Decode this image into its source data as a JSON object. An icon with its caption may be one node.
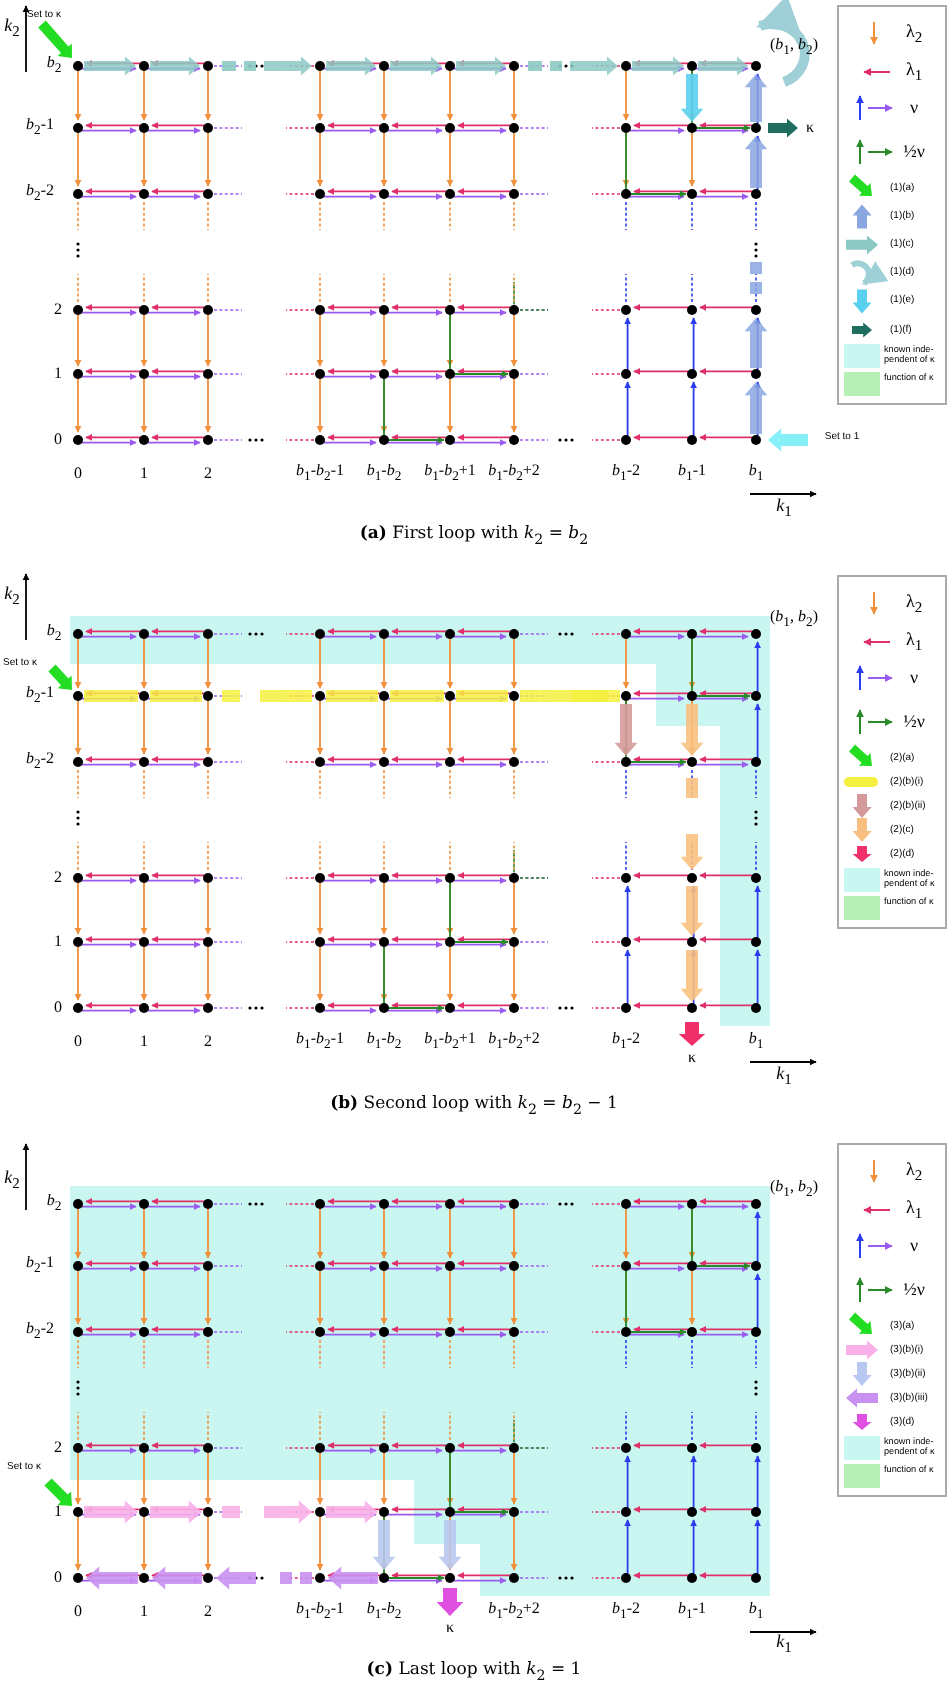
{
  "diagram": {
    "labels": [
      "Set to κ",
      "*k*$_{2}$",
      "(*b*$_{1}$, *b*$_{2}$)",
      "*b*$_{2}$",
      "*b*$_{2}$-1",
      "κ",
      "*b*$_{2}$-2",
      "2",
      "1",
      "0",
      "Set to 1",
      "0",
      "1",
      "2",
      "*b*$_{1}$-*b*$_{2}$-1",
      "*b*$_{1}$-*b*$_{2}$",
      "*b*$_{1}$-*b*$_{2}$+1",
      "*b*$_{1}$-*b*$_{2}$+2",
      "*b*$_{1}$-2",
      "*b*$_{1}$-1",
      "*b*$_{1}$",
      "*k*$_{1}$",
      "**(a)** First loop with *k*$_{2}$ = *b*$_{2}$",
      "*k*$_{2}$",
      "(*b*$_{1}$, *b*$_{2}$)",
      "*b*$_{2}$",
      "Set to κ",
      "*b*$_{2}$-1",
      "*b*$_{2}$-2",
      "2",
      "1",
      "0",
      "0",
      "1",
      "2",
      "*b*$_{1}$-*b*$_{2}$-1",
      "*b*$_{1}$-*b*$_{2}$",
      "*b*$_{1}$-*b*$_{2}$+1",
      "*b*$_{1}$-*b*$_{2}$+2",
      "*b*$_{1}$-2",
      "*b*$_{1}$",
      "κ",
      "*k*$_{1}$",
      "**(b)** Second loop with *k*$_{2}$ = *b*$_{2}$ − 1",
      "*k*$_{2}$",
      "(*b*$_{1}$, *b*$_{2}$)",
      "*b*$_{2}$",
      "*b*$_{2}$-1",
      "*b*$_{2}$-2",
      "2",
      "Set to κ",
      "1",
      "0",
      "0",
      "1",
      "2",
      "*b*$_{1}$-*b*$_{2}$-1",
      "*b*$_{1}$-*b*$_{2}$",
      "*b*$_{1}$-*b*$_{2}$+2",
      "*b*$_{1}$-2",
      "*b*$_{1}$-1",
      "*b*$_{1}$",
      "κ",
      "*k*$_{1}$",
      "**(c)** Last loop with *k*$_{2}$ = 1"
    ],
    "legend": [
      {
        "text": "λ$_{2}$"
      },
      {
        "text": "λ$_{1}$"
      },
      {
        "text": "ν"
      },
      {
        "text": "½ν"
      },
      {
        "text": "(1)(a)"
      },
      {
        "text": "(1)(b)"
      },
      {
        "text": "(1)(c)"
      },
      {
        "text": "(1)(d)"
      },
      {
        "text": "(1)(e)"
      },
      {
        "text": "(1)(f)"
      },
      {
        "text": "known inde- pendent of κ",
        "color": "#c9f6f1"
      },
      {
        "text": "function of κ",
        "color": "#b7f0b4"
      },
      {
        "text": "λ$_{2}$"
      },
      {
        "text": "λ$_{1}$"
      },
      {
        "text": "ν"
      },
      {
        "text": "½ν"
      },
      {
        "text": "(2)(a)"
      },
      {
        "text": "(2)(b)(i)"
      },
      {
        "text": "(2)(b)(ii)"
      },
      {
        "text": "(2)(c)"
      },
      {
        "text": "(2)(d)"
      },
      {
        "text": "known inde- pendent of κ",
        "color": "#c9f6f1"
      },
      {
        "text": "function of κ",
        "color": "#b7f0b4"
      },
      {
        "text": "λ$_{2}$"
      },
      {
        "text": "λ$_{1}$"
      },
      {
        "text": "ν"
      },
      {
        "text": "½ν"
      },
      {
        "text": "(3)(a)"
      },
      {
        "text": "(3)(b)(i)"
      },
      {
        "text": "(3)(b)(ii)"
      },
      {
        "text": "(3)(b)(iii)"
      },
      {
        "text": "(3)(d)"
      },
      {
        "text": "known inde- pendent of κ",
        "color": "#c9f6f1"
      },
      {
        "text": "function of κ",
        "color": "#b7f0b4"
      }
    ]
  }
}
